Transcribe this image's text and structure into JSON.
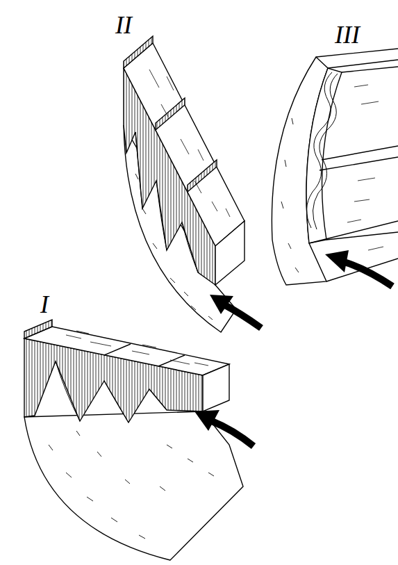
{
  "diagram": {
    "labels": [
      "II",
      "III",
      "I"
    ]
  }
}
